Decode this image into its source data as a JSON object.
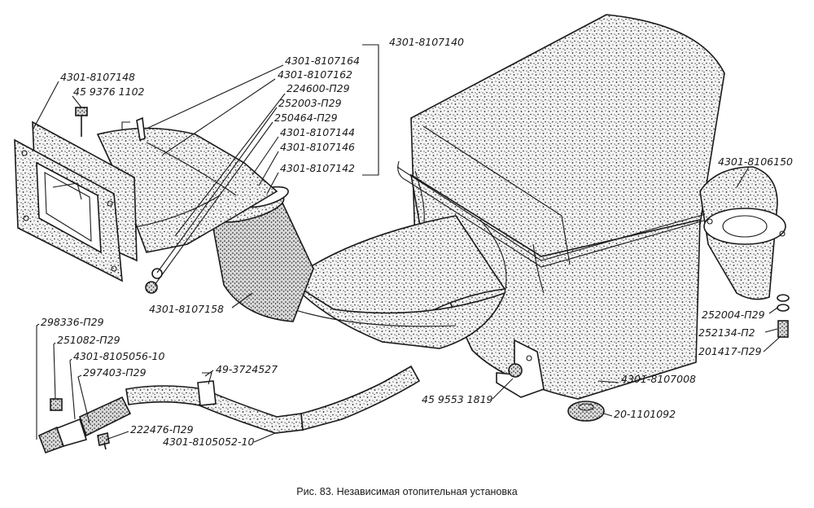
{
  "caption": "Рис. 83. Независимая отопительная установка",
  "labels": {
    "l_8107140": "4301-8107140",
    "l_8107164": "4301-8107164",
    "l_8107162": "4301-8107162",
    "l_224600": "224600-П29",
    "l_252003": "252003-П29",
    "l_250464": "250464-П29",
    "l_8107144": "4301-8107144",
    "l_8107146": "4301-8107146",
    "l_8107142": "4301-8107142",
    "l_8107148": "4301-8107148",
    "l_459376": "45 9376 1102",
    "l_8107158": "4301-8107158",
    "l_8106150": "4301-8106150",
    "l_252004": "252004-П29",
    "l_252134": "252134-П2",
    "l_201417": "201417-П29",
    "l_8107008": "4301-8107008",
    "l_459553": "45 9553 1819",
    "l_1101092": "20-1101092",
    "l_298336": "298336-П29",
    "l_251082": "251082-П29",
    "l_8105056": "4301-8105056-10",
    "l_297403": "297403-П29",
    "l_3724527": "49-3724527",
    "l_222476": "222476-П29",
    "l_8105052": "4301-8105052-10"
  }
}
